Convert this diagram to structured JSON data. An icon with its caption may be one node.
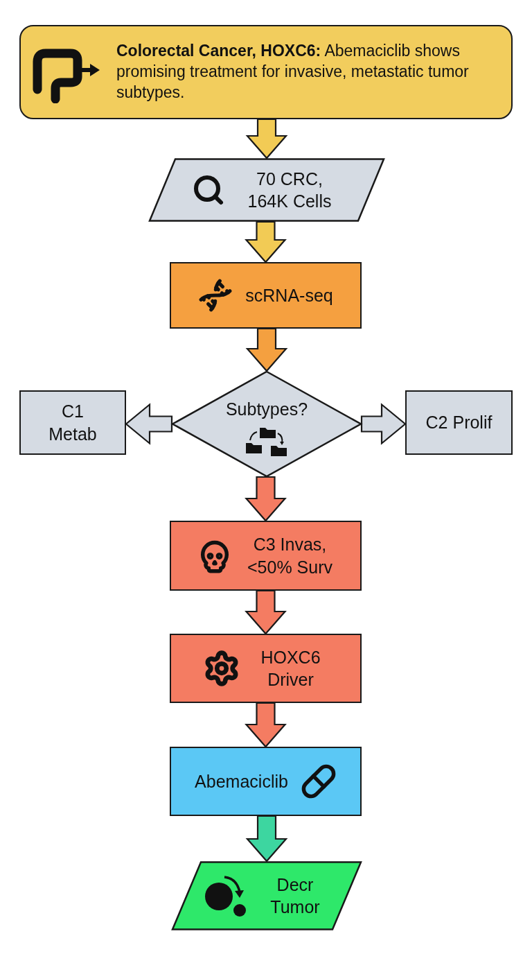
{
  "diagram": {
    "nodes": [
      {
        "text": [
          "**Colorectal Cancer, HOXC6:** Abemaciclib shows promising treatment for invasive, metastatic tumor subtypes."
        ]
      },
      {
        "text": [
          "70 CRC, 164K Cells"
        ]
      },
      {
        "text": [
          "scRNA-seq"
        ]
      },
      {
        "text": [
          "Subtypes?"
        ]
      },
      {
        "text": [
          "C1 Metab"
        ]
      },
      {
        "text": [
          "C2 Prolif"
        ]
      },
      {
        "text": [
          "C3 Invas, <50% Surv"
        ]
      },
      {
        "text": [
          "HOXC6 Driver"
        ]
      },
      {
        "text": [
          "Abemaciclib"
        ]
      },
      {
        "text": [
          "Decr Tumor"
        ]
      }
    ],
    "edges": [
      {
        "from": 0,
        "to": 1,
        "arrow": "to",
        "color": "#f2cb55"
      },
      {
        "from": 1,
        "to": 2,
        "arrow": "to",
        "color": "#f2cb55"
      },
      {
        "from": 2,
        "to": 3,
        "arrow": "to",
        "color": "#f4a040"
      },
      {
        "from": 3,
        "to": 4,
        "arrow": "to",
        "color": "#d5dbe3"
      },
      {
        "from": 3,
        "to": 5,
        "arrow": "to",
        "color": "#d5dbe3"
      },
      {
        "from": 3,
        "to": 6,
        "arrow": "to",
        "color": "#f47c62"
      },
      {
        "from": 6,
        "to": 7,
        "arrow": "to",
        "color": "#f47c62"
      },
      {
        "from": 7,
        "to": 8,
        "arrow": "to",
        "color": "#f47c62"
      },
      {
        "from": 8,
        "to": 9,
        "arrow": "to",
        "color": "#3dd6a0"
      }
    ]
  }
}
